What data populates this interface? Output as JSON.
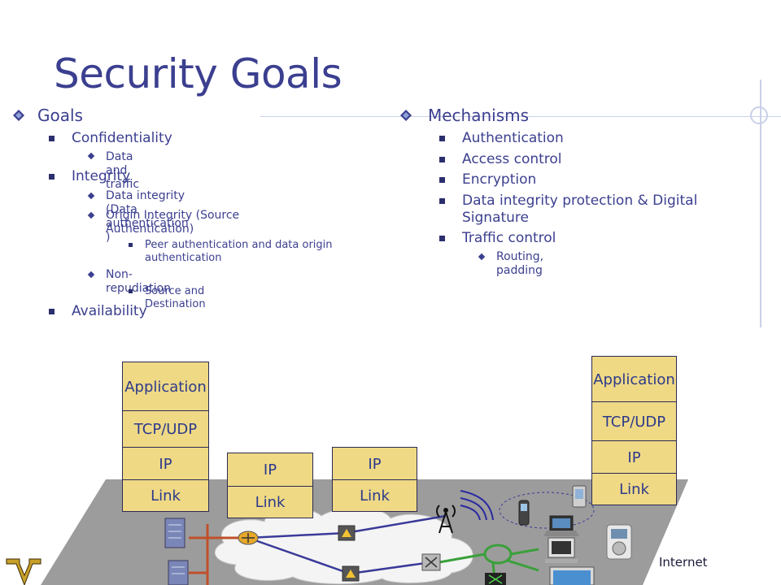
{
  "slide": {
    "title": "Security Goals",
    "footer_label": "Internet"
  },
  "goals": {
    "heading": "Goals",
    "items": [
      {
        "label": "Confidentiality",
        "sub": [
          "Data and traffic"
        ]
      },
      {
        "label": "Integrity",
        "sub": [
          "Data integrity (Data authentication )",
          "Origin Integrity (Source Authentication)",
          "Non-repudiation"
        ],
        "subsub": [
          "Peer authentication and data origin authentication",
          "Source and Destination"
        ]
      },
      {
        "label": "Availability"
      }
    ]
  },
  "mechanisms": {
    "heading": "Mechanisms",
    "items": [
      "Authentication",
      "Access control",
      "Encryption",
      "Data integrity protection & Digital Signature",
      "Traffic control"
    ],
    "traffic_sub": "Routing, padding"
  },
  "stacks": {
    "left": [
      "Application",
      "TCP/UDP",
      "IP",
      "Link"
    ],
    "router1": [
      "IP",
      "Link"
    ],
    "router2": [
      "IP",
      "Link"
    ],
    "right": [
      "Application",
      "TCP/UDP",
      "IP",
      "Link"
    ]
  },
  "colors": {
    "title": "#3b3f8f",
    "layer_fill": "#efd985",
    "platform": "#9c9c9c"
  }
}
